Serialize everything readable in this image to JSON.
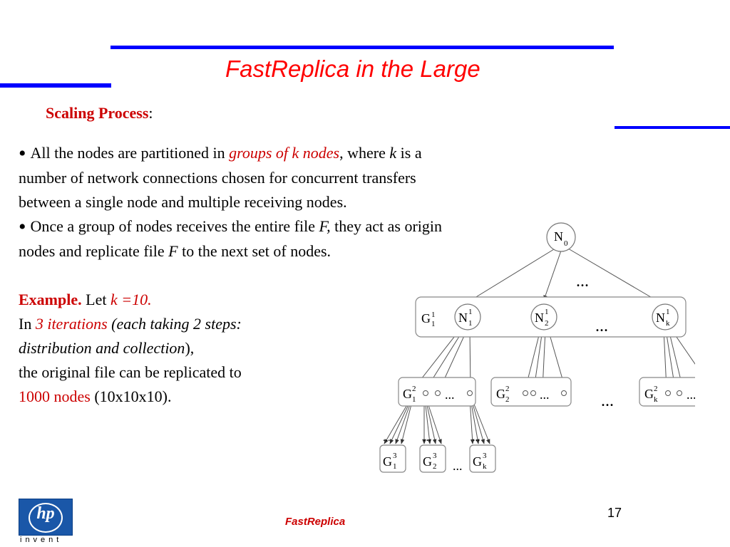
{
  "slide": {
    "title": "FastReplica in the Large",
    "subtitle_label": "Scaling Process",
    "subtitle_colon": ":",
    "page_number": "17",
    "footer_text": "FastReplica"
  },
  "bullets": [
    {
      "pre": "All the nodes are partitioned in ",
      "hl": "groups of k nodes",
      "post": ", where ",
      "k": "k",
      "post2": " is a number  of network connections chosen for concurrent transfers between a single node and multiple receiving nodes."
    },
    {
      "pre": "Once a group of nodes receives the entire file ",
      "f1": "F,",
      "mid": " they act as origin nodes and replicate file ",
      "f2": "F",
      "post": " to the next set of nodes."
    }
  ],
  "example": {
    "label": "Example.",
    "let": " Let ",
    "k_expr": "k =10.",
    "line2_in": "In ",
    "line2_hl": "3 iterations",
    "line2_rest": " (each taking 2 steps:",
    "line3_it": "distribution and collection",
    "line3_rest": "),",
    "line4": "the original file can be replicated to",
    "line5_hl": "1000 nodes",
    "line5_rest": " (10x10x10)."
  },
  "diagram": {
    "root": {
      "base": "N",
      "sub": "0"
    },
    "level1": {
      "group": {
        "base": "G",
        "sub": "1",
        "sup": "1"
      },
      "nodes": [
        {
          "base": "N",
          "sub": "1",
          "sup": "1"
        },
        {
          "base": "N",
          "sub": "2",
          "sup": "1"
        },
        {
          "base": "N",
          "sub": "k",
          "sup": "1"
        }
      ]
    },
    "level2": [
      {
        "base": "G",
        "sub": "1",
        "sup": "2"
      },
      {
        "base": "G",
        "sub": "2",
        "sup": "2"
      },
      {
        "base": "G",
        "sub": "k",
        "sup": "2"
      }
    ],
    "level3": [
      {
        "base": "G",
        "sub": "1",
        "sup": "3"
      },
      {
        "base": "G",
        "sub": "2",
        "sup": "3"
      },
      {
        "base": "G",
        "sub": "k",
        "sup": "3"
      }
    ],
    "ellipsis": "..."
  },
  "colors": {
    "accent_bar": "#0000ff",
    "title": "#ff0000",
    "highlight": "#cc0000",
    "logo_blue": "#1a57a8"
  },
  "logo": {
    "mark": "hp",
    "tagline": "invent"
  }
}
